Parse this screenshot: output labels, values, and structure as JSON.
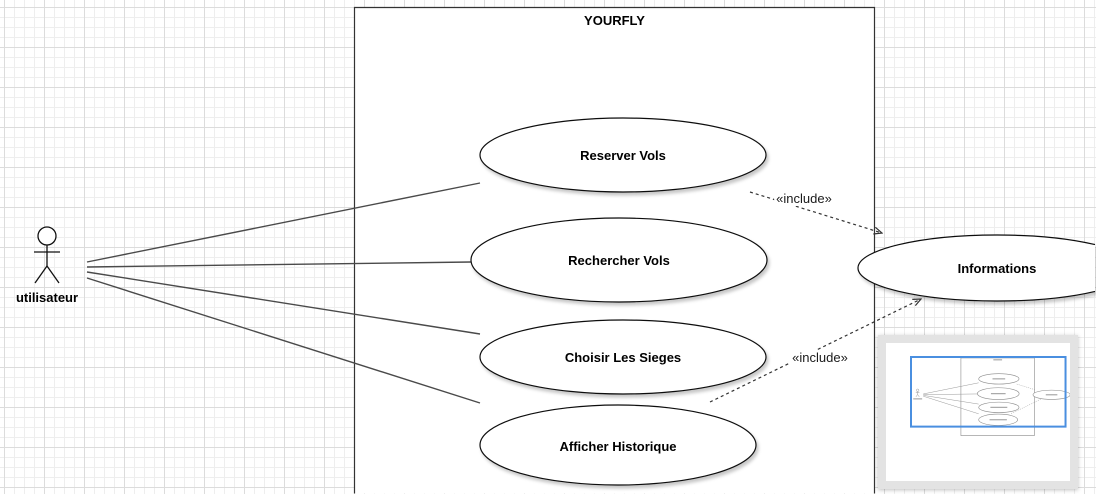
{
  "system": {
    "title": "YOURFLY"
  },
  "actor": {
    "label": "utilisateur"
  },
  "use_cases": [
    {
      "label": "Reserver Vols",
      "linked_to_actor": true,
      "include_label": "«include»"
    },
    {
      "label": "Rechercher Vols",
      "linked_to_actor": true
    },
    {
      "label": "Choisir Les Sieges",
      "linked_to_actor": true
    },
    {
      "label": "Afficher Historique",
      "linked_to_actor": true,
      "include_label": "«include»"
    }
  ],
  "included_use_case": {
    "label": "Informations"
  },
  "colors": {
    "stroke": "#333333",
    "outline_viewport": "#4a8fe0",
    "outline_frame": "#e3e3e3"
  }
}
